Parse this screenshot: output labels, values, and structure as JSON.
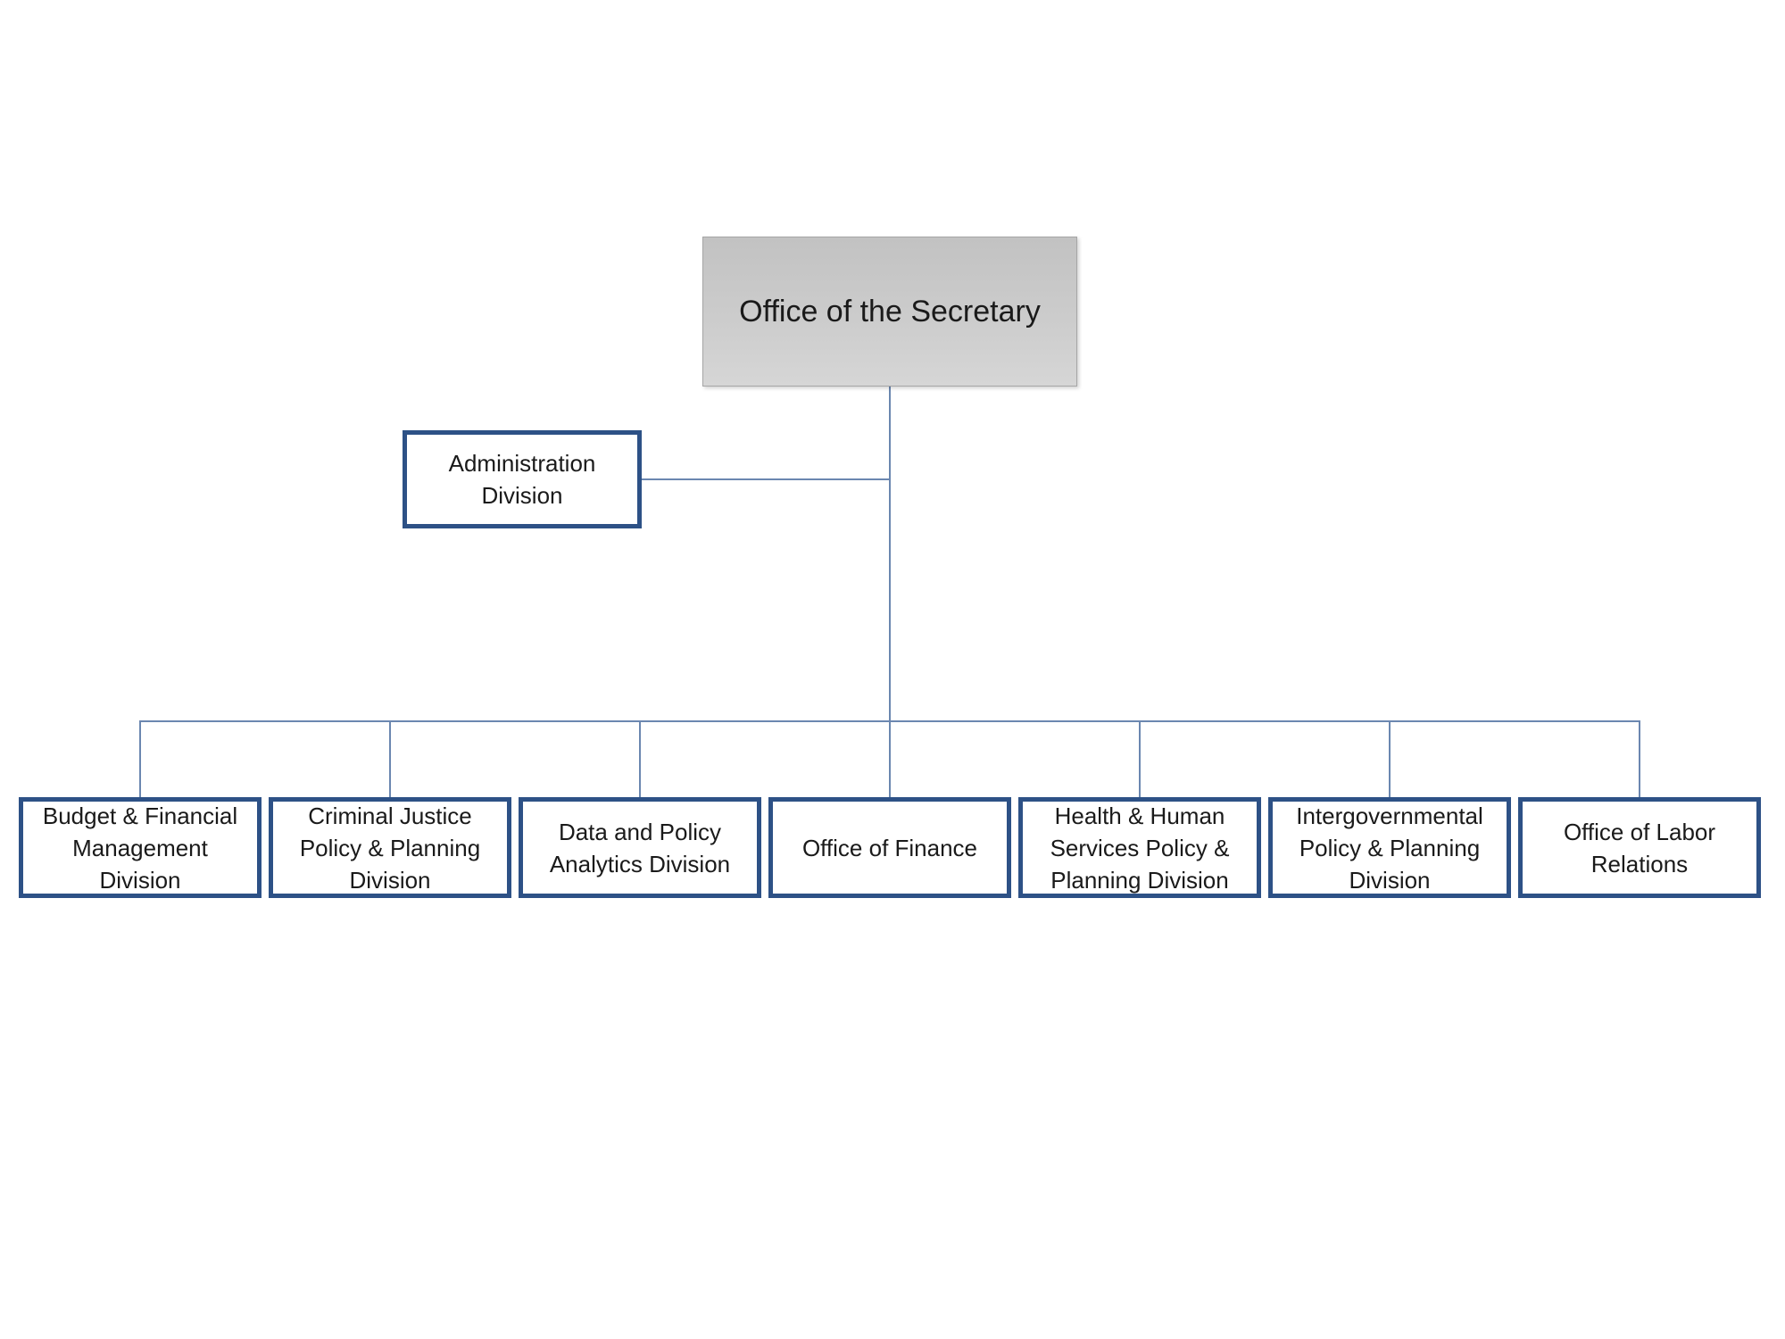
{
  "org_chart": {
    "type": "org-chart",
    "root": {
      "label": "Office of the Secretary"
    },
    "assistant": {
      "label": "Administration\nDivision"
    },
    "children": [
      {
        "label": "Budget & Financial\nManagement\nDivision"
      },
      {
        "label": "Criminal Justice\nPolicy & Planning\nDivision"
      },
      {
        "label": "Data and Policy\nAnalytics Division"
      },
      {
        "label": "Office of Finance"
      },
      {
        "label": "Health & Human\nServices Policy &\nPlanning Division"
      },
      {
        "label": "Intergovernmental\nPolicy & Planning\nDivision"
      },
      {
        "label": "Office of Labor\nRelations"
      }
    ],
    "colors": {
      "node_border": "#2d5186",
      "connector": "#6b87b0",
      "root_fill_top": "#c2c2c2",
      "root_fill_bottom": "#d6d6d6",
      "root_border": "#a6a6a6",
      "text": "#1a1a1a",
      "background": "#ffffff"
    }
  }
}
